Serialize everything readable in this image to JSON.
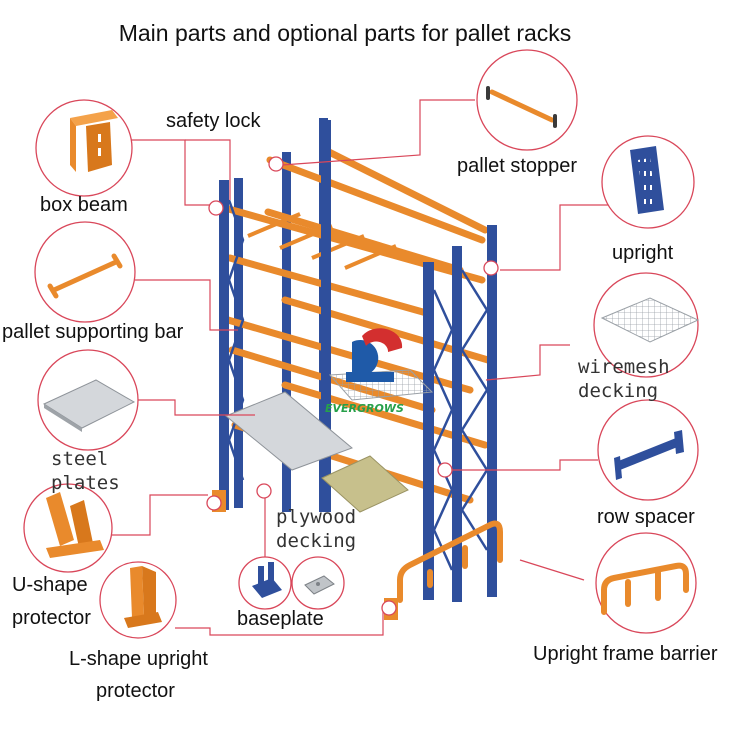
{
  "title": "Main parts and optional parts for pallet racks",
  "labels": {
    "safety_lock": "safety lock",
    "pallet_stopper": "pallet stopper",
    "box_beam": "box beam",
    "upright": "upright",
    "pallet_supporting_bar": "pallet supporting bar",
    "wiremesh_1": "wiremesh",
    "wiremesh_2": "decking",
    "steel_1": "steel",
    "steel_2": "plates",
    "plywood_1": "plywood",
    "plywood_2": "decking",
    "row_spacer": "row spacer",
    "u_shape_1": "U-shape",
    "u_shape_2": "protector",
    "baseplate": "baseplate",
    "l_shape_1": "L-shape upright",
    "l_shape_2": "protector",
    "barrier": "Upright frame barrier"
  },
  "logo": {
    "text": "EVERGROWS"
  },
  "colors": {
    "upright_blue": "#2f4f9c",
    "beam_orange": "#e98a2c",
    "leader_red": "#d9475a",
    "steel_grey": "#d4d7db",
    "plywood": "#c7c08c"
  }
}
